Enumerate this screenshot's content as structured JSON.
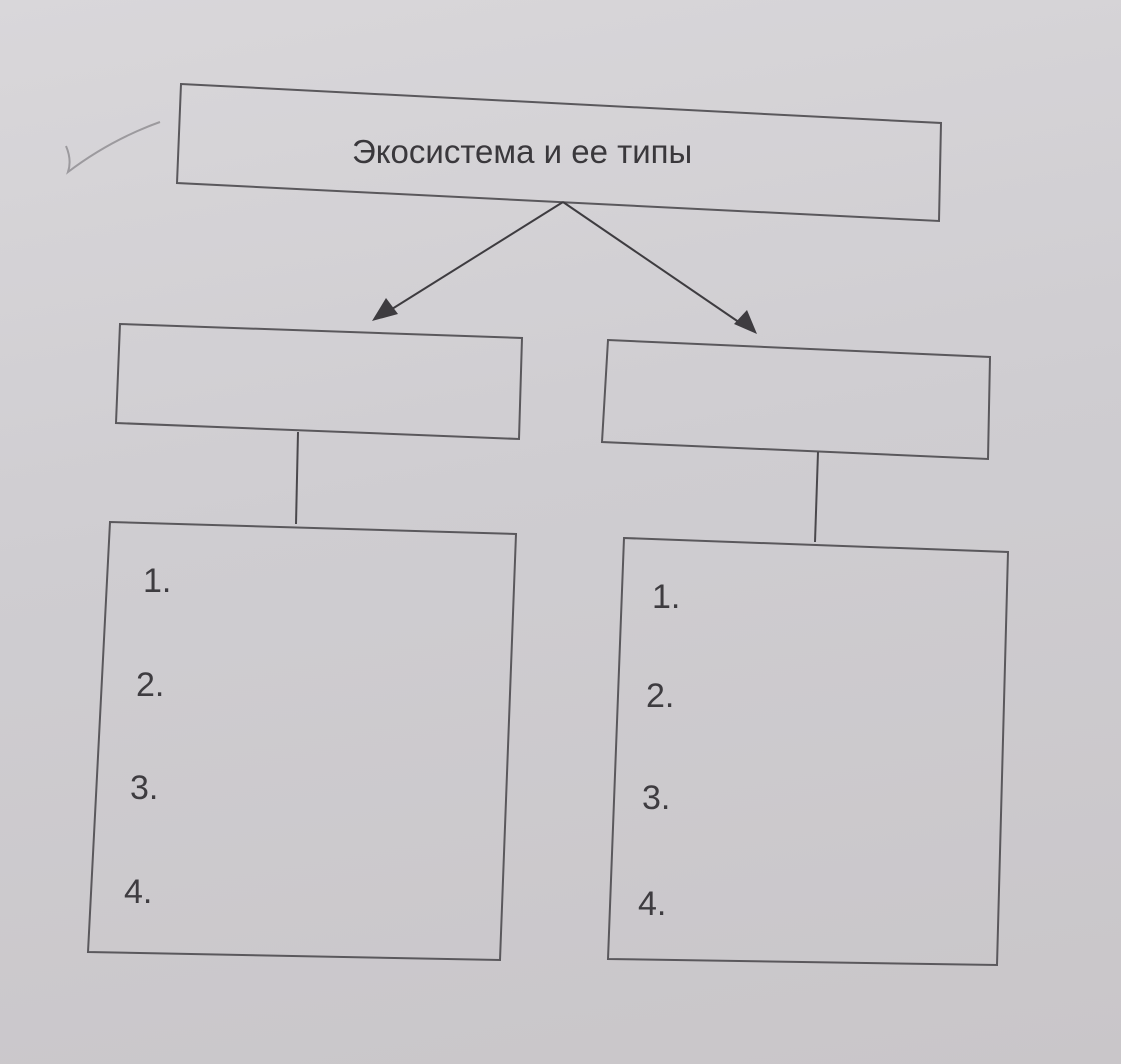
{
  "title": "Экосистема и ее типы",
  "left_column": {
    "heading": "",
    "items": [
      "1.",
      "2.",
      "3.",
      "4."
    ]
  },
  "right_column": {
    "heading": "",
    "items": [
      "1.",
      "2.",
      "3.",
      "4."
    ]
  },
  "colors": {
    "paper": "#d2d0d4",
    "ink": "#3e3c40"
  }
}
